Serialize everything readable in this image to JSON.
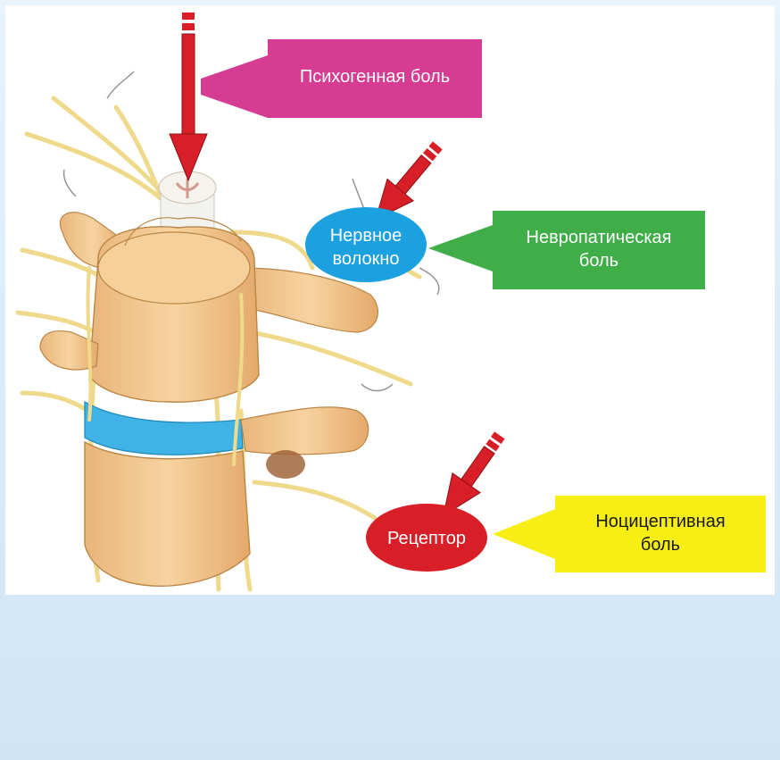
{
  "labels": {
    "psychogenic": "Психогенная боль",
    "nerve_fiber_line1": "Нервное",
    "nerve_fiber_line2": "волокно",
    "neuropathic_line1": "Невропатическая",
    "neuropathic_line2": "боль",
    "receptor": "Рецептор",
    "nociceptive_line1": "Ноцицептивная",
    "nociceptive_line2": "боль"
  },
  "colors": {
    "psychogenic_box": "#d63c91",
    "neuropathic_box": "#3fae49",
    "nociceptive_box": "#f7ee16",
    "nerve_ellipse": "#1ba0e0",
    "receptor_ellipse": "#d81f28",
    "arrow_red": "#d81f28",
    "bone": "#f3c48a",
    "disc": "#3fb3e6",
    "nerve": "#f3e27a"
  },
  "icons": [
    "red-arrow-icon",
    "spine-illustration",
    "nerve-fiber-icon"
  ]
}
